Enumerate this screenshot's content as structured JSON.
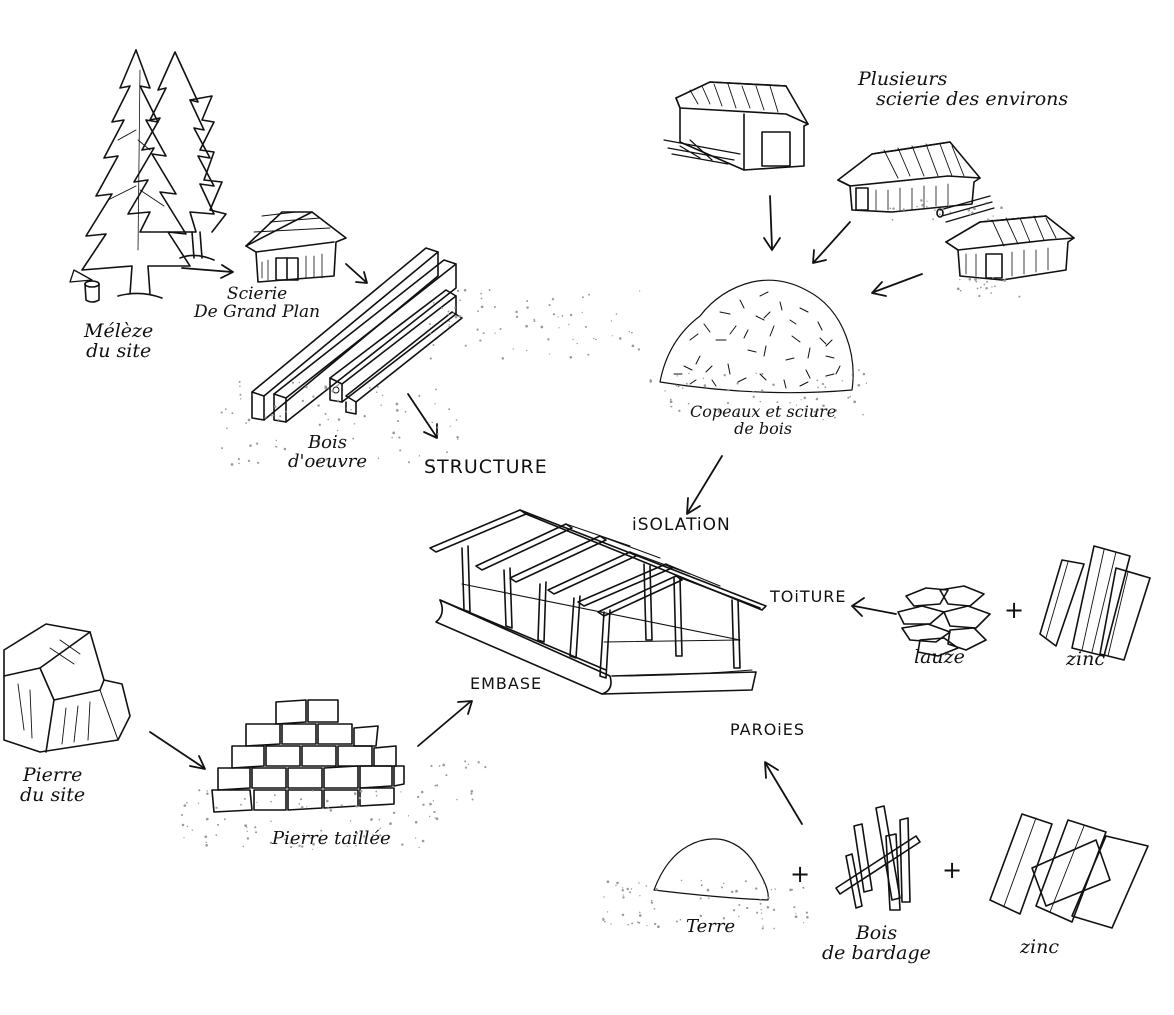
{
  "labels": {
    "meleze": [
      "Mélèze",
      "du site"
    ],
    "scierie": [
      "Scierie",
      "De Grand Plan"
    ],
    "bois_oeuvre": [
      "Bois",
      "d'oeuvre"
    ],
    "structure": "STRUCTURE",
    "plusieurs": [
      "Plusieurs",
      "scierie des environs"
    ],
    "copeaux": [
      "Copeaux et sciure",
      "de bois"
    ],
    "isolation": "iSOLATiON",
    "toiture": "TOiTURE",
    "lauze": "lauze",
    "zinc_roof": "zinc",
    "embase": "EMBASE",
    "pierre_site": [
      "Pierre",
      "du site"
    ],
    "pierre_taillee": "Pierre taillée",
    "parois": "PAROiES",
    "terre": "Terre",
    "bois_bardage": [
      "Bois",
      "de bardage"
    ],
    "zinc_wall": "zinc"
  },
  "plus_sign": "+",
  "colors": {
    "ink": "#111111",
    "paper": "#ffffff",
    "dust": "#9a9a9a"
  },
  "icons": [
    "larch-trees-icon",
    "stump-axe-icon",
    "sawmill-icon",
    "timber-beams-icon",
    "sawmill-shed-icon",
    "wood-chip-pile-icon",
    "frame-building-icon",
    "stone-block-icon",
    "cut-stone-pile-icon",
    "lauze-stones-icon",
    "zinc-sheets-icon",
    "earth-pile-icon",
    "cladding-boards-icon"
  ]
}
